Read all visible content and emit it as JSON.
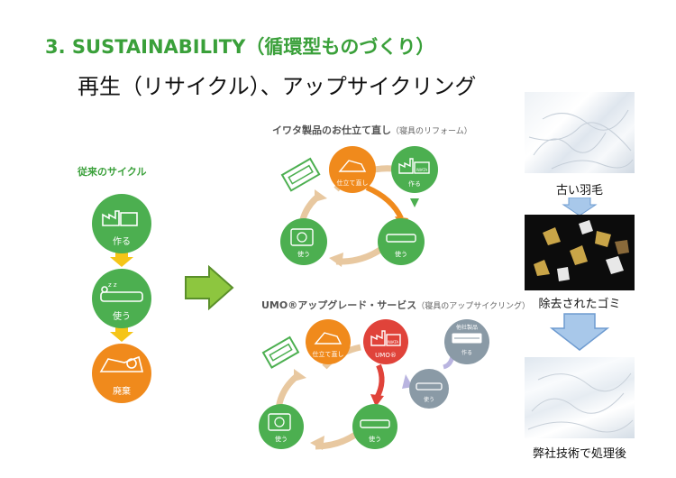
{
  "slide": {
    "title": "3. SUSTAINABILITY（循環型ものづくり）",
    "subtitle": "再生（リサイクル）、アップサイクリング"
  },
  "left_cycle": {
    "heading": "従来のサイクル",
    "nodes": [
      "作る",
      "使う",
      "廃棄"
    ]
  },
  "iwata_cycle": {
    "heading": "イワタ製品のお仕立て直し",
    "heading_note": "（寝具のリフォーム）",
    "nodes": [
      "仕立て直し",
      "作る",
      "使う",
      "使う"
    ],
    "factory_sign": "IWATA"
  },
  "umo_cycle": {
    "heading": "UMO®アップグレード・サービス",
    "heading_note": "（寝具のアップサイクリング）",
    "nodes": [
      "仕立て直し",
      "UMO®",
      "他社製品",
      "作る",
      "使う",
      "使う",
      "使う"
    ],
    "factory_sign": "IWATA"
  },
  "process": {
    "steps": [
      "古い羽毛",
      "除去されたゴミ",
      "弊社技術で処理後"
    ]
  },
  "colors": {
    "green": "#3aa03a",
    "circle_green": "#4caf50",
    "orange": "#f08a1c",
    "red": "#e0433a",
    "gray": "#8a9aa6",
    "arrow_tan": "#e8c8a0",
    "arrow_yellow": "#f5c518",
    "blue_arrow": "#a8c8ea"
  }
}
